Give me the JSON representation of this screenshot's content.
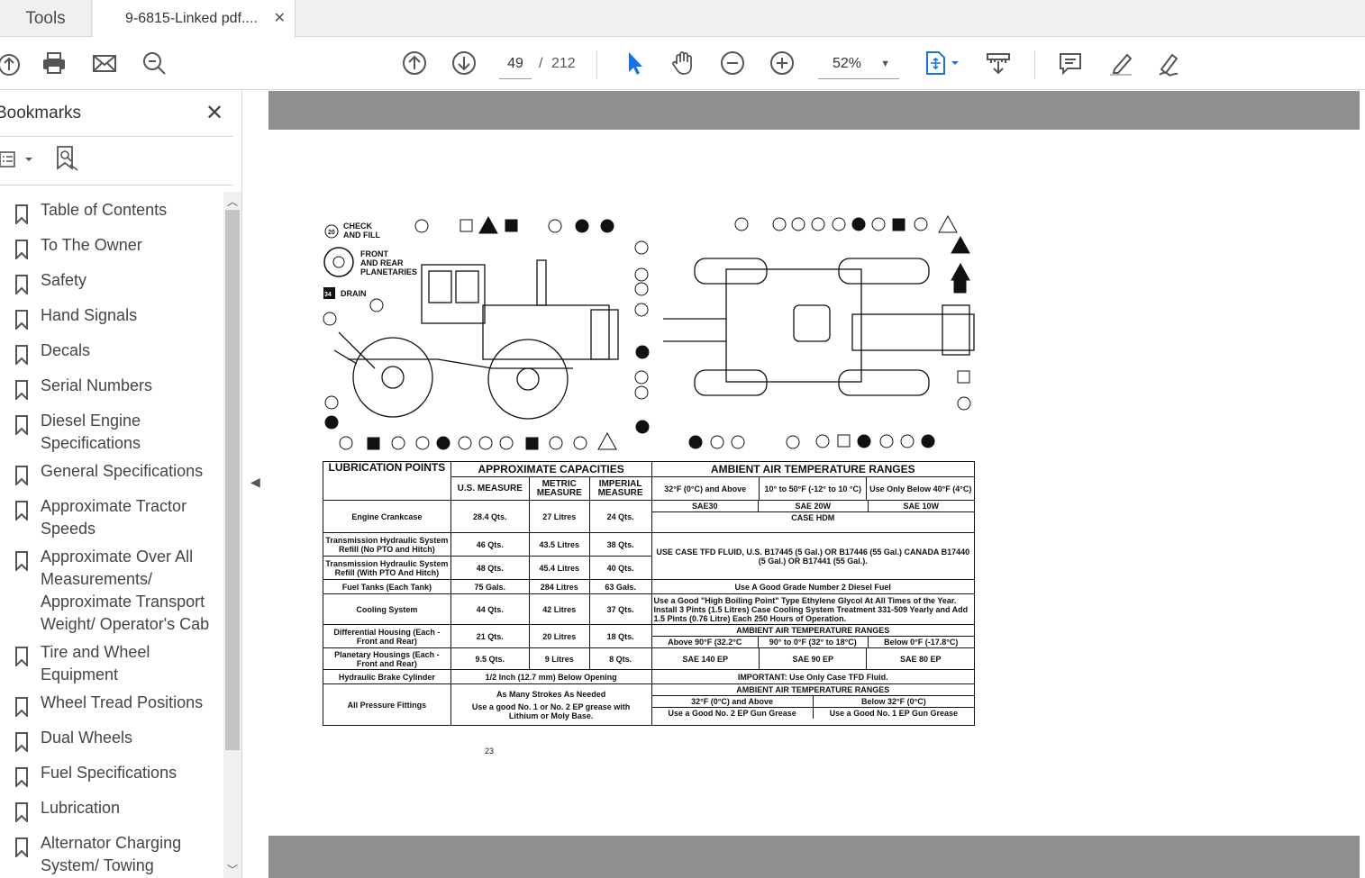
{
  "tabs": {
    "tools": "Tools",
    "document": "9-6815-Linked pdf....",
    "close": "✕"
  },
  "toolbar": {
    "page_current": "49",
    "page_sep": "/",
    "page_total": "212",
    "zoom": "52%"
  },
  "sidebar": {
    "title": "Bookmarks",
    "close": "✕",
    "items": [
      {
        "label": "Table of Contents"
      },
      {
        "label": "To The Owner"
      },
      {
        "label": "Safety"
      },
      {
        "label": "Hand Signals"
      },
      {
        "label": "Decals"
      },
      {
        "label": "Serial Numbers"
      },
      {
        "label": "Diesel Engine Specifications"
      },
      {
        "label": "General Specifications"
      },
      {
        "label": "Approximate Tractor Speeds"
      },
      {
        "label": "Approximate Over All Measurements/ Approximate Transport Weight/ Operator's Cab"
      },
      {
        "label": "Tire and Wheel Equipment"
      },
      {
        "label": "Wheel Tread Positions"
      },
      {
        "label": "Dual Wheels"
      },
      {
        "label": "Fuel Specifications"
      },
      {
        "label": "Lubrication"
      },
      {
        "label": "Alternator Charging System/ Towing"
      }
    ]
  },
  "document": {
    "legend": {
      "check": "CHECK",
      "and_fill": "AND FILL",
      "front": "FRONT",
      "and_rear": "AND REAR",
      "planetaries": "PLANETARIES",
      "drain": "DRAIN",
      "num_check": "20",
      "num_drain": "34"
    },
    "page_number": "23",
    "table": {
      "col_points": "LUBRICATION POINTS",
      "col_capacities": "APPROXIMATE CAPACITIES",
      "col_us": "U.S. MEASURE",
      "col_metric": "METRIC MEASURE",
      "col_imperial": "IMPERIAL MEASURE",
      "col_ambient": "AMBIENT AIR TEMPERATURE RANGES",
      "amb1": "32°F (0°C) and Above",
      "amb2": "10° to 50°F (-12° to 10 °C)",
      "amb3": "Use Only Below 40°F (4°C)",
      "sae1": "SAE30",
      "sae2": "SAE 20W",
      "sae3": "SAE 10W",
      "hdm": "CASE HDM",
      "rows": [
        {
          "point": "Engine Crankcase",
          "us": "28.4 Qts.",
          "metric": "27 Litres",
          "imp": "24 Qts."
        },
        {
          "point": "Transmission Hydraulic System Refill (No PTO and Hitch)",
          "us": "46 Qts.",
          "metric": "43.5 Litres",
          "imp": "38 Qts."
        },
        {
          "point": "Transmission Hydraulic System Refill (With PTO And Hitch)",
          "us": "48 Qts.",
          "metric": "45.4 Litres",
          "imp": "40 Qts."
        },
        {
          "point": "Fuel Tanks (Each Tank)",
          "us": "75 Gals.",
          "metric": "284 Litres",
          "imp": "63 Gals."
        },
        {
          "point": "Cooling System",
          "us": "44 Qts.",
          "metric": "42 Litres",
          "imp": "37 Qts."
        },
        {
          "point": "Differential Housing (Each - Front and Rear)",
          "us": "21 Qts.",
          "metric": "20 Litres",
          "imp": "18 Qts."
        },
        {
          "point": "Planetary Housings (Each - Front and Rear)",
          "us": "9.5 Qts.",
          "metric": "9 Litres",
          "imp": "8 Qts."
        },
        {
          "point": "Hydraulic Brake Cylinder"
        },
        {
          "point": "All Pressure Fittings"
        }
      ],
      "tfd": "USE CASE TFD FLUID, U.S. B17445 (5 Gal.) OR B17446 (55 Gal.) CANADA B17440 (5 Gal.) OR B17441 (55 Gal.).",
      "diesel": "Use A Good Grade Number 2 Diesel Fuel",
      "glycol": "Use a Good \"High Boiling Point\" Type Ethylene Glycol At All Times of the Year. Install 3 Pints (1.5 Litres) Case Cooling System Treatment 331-509 Yearly and Add 1.5 Pints (0.76 Litre) Each 250 Hours of Operation.",
      "amb_header2": "AMBIENT AIR TEMPERATURE RANGES",
      "gear1": "Above 90°F (32.2°C",
      "gear2": "90° to 0°F (32° to 18°C)",
      "gear3": "Below 0°F (-17.8°C)",
      "gsae1": "SAE 140 EP",
      "gsae2": "SAE 90 EP",
      "gsae3": "SAE 80 EP",
      "brake": "1/2 Inch (12.7 mm) Below Opening",
      "important": "IMPORTANT: Use Only Case TFD Fluid.",
      "amb_header3": "AMBIENT AIR TEMPERATURE RANGES",
      "strokes": "As Many Strokes As Needed",
      "grease": "Use a good No. 1 or No. 2 EP grease with Lithium or Moly Base.",
      "g1": "32°F (0°C) and Above",
      "g2": "Below 32°F (0°C)",
      "g3": "Use a Good No. 2 EP Gun Grease",
      "g4": "Use a Good No. 1 EP Gun Grease"
    }
  }
}
